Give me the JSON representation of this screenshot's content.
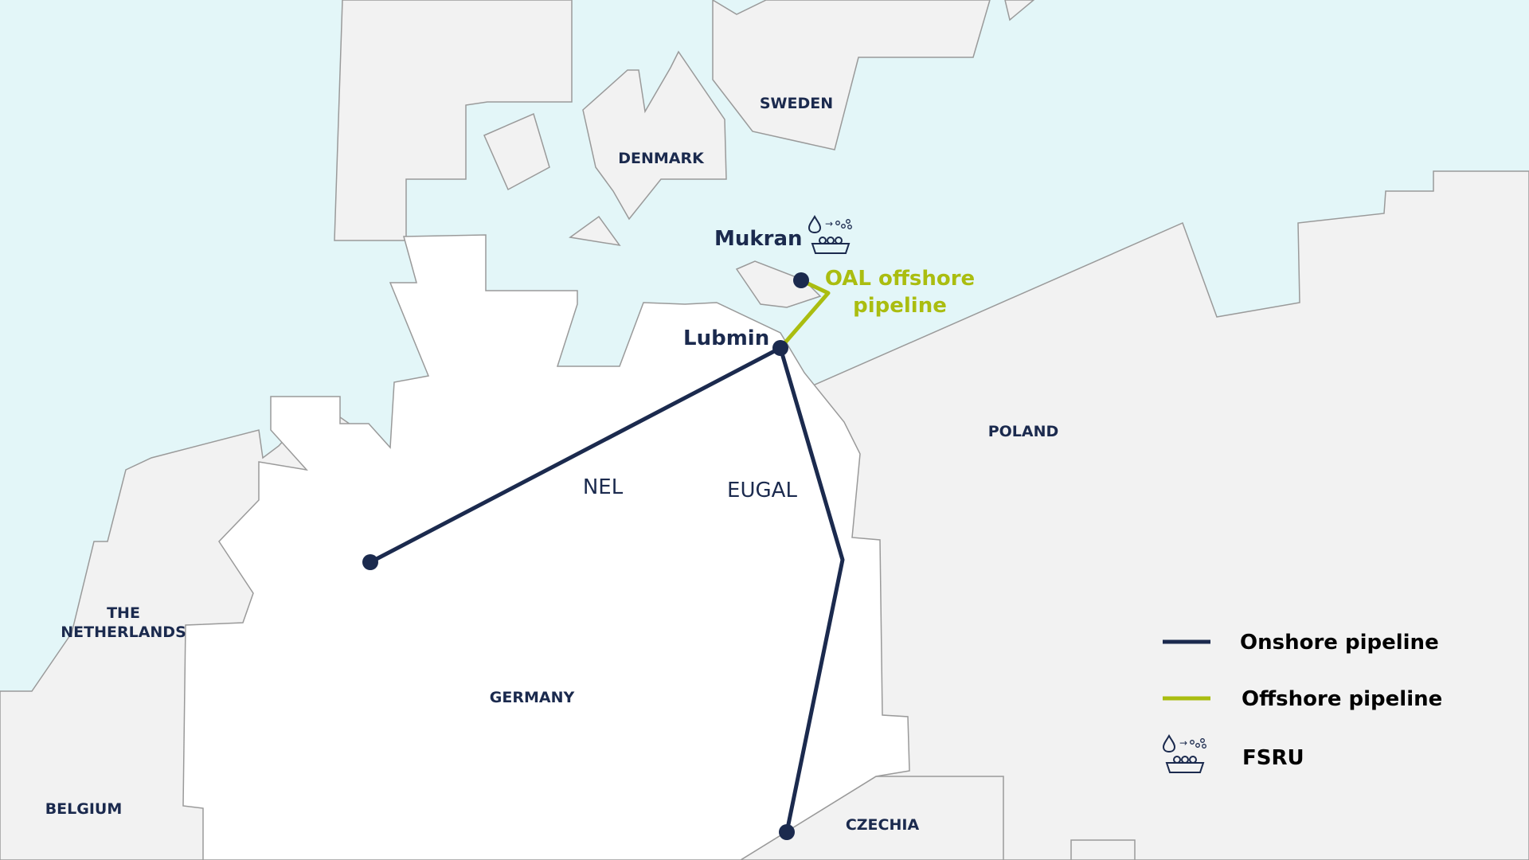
{
  "colors": {
    "sea": "#e3f6f8",
    "land": "#f2f2f2",
    "germany": "#ffffff",
    "border": "#8f8f8f",
    "onshore": "#1b2a4e",
    "offshore": "#aabd10",
    "text": "#1b2a4e"
  },
  "countries": {
    "sweden": "SWEDEN",
    "denmark": "DENMARK",
    "poland": "POLAND",
    "netherlands_line1": "THE",
    "netherlands_line2": "NETHERLANDS",
    "germany": "GERMANY",
    "belgium": "BELGIUM",
    "czechia": "CZECHIA"
  },
  "locations": {
    "mukran": "Mukran",
    "lubmin": "Lubmin"
  },
  "pipelines": {
    "nel": "NEL",
    "eugal": "EUGAL",
    "oal_line1": "OAL offshore",
    "oal_line2": "pipeline"
  },
  "legend": {
    "onshore": "Onshore pipeline",
    "offshore": "Offshore pipeline",
    "fsru": "FSRU"
  },
  "icons": [
    "fsru-icon",
    "liquid-drop-icon",
    "gas-icon",
    "ship-icon"
  ]
}
